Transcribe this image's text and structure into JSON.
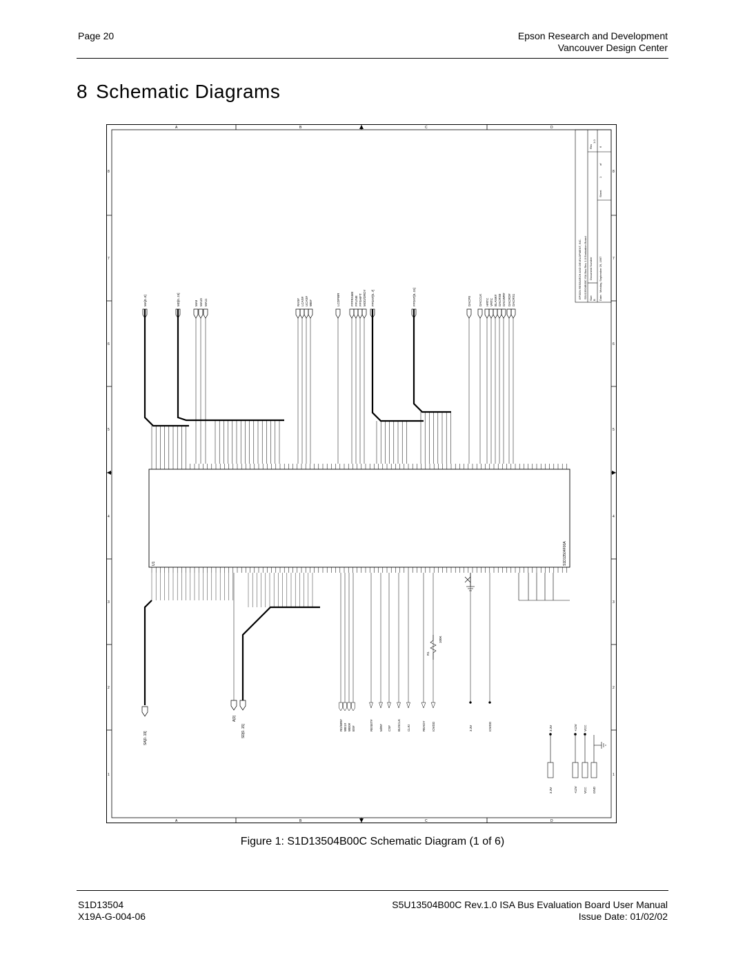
{
  "header": {
    "page": "Page 20",
    "company": "Epson Research and Development",
    "division": "Vancouver Design Center"
  },
  "section": {
    "number": "8",
    "title": "Schematic Diagrams"
  },
  "schematic": {
    "zone_letters": [
      "A",
      "B",
      "C",
      "D"
    ],
    "zone_numbers": [
      "1",
      "2",
      "3",
      "4",
      "5",
      "6",
      "7",
      "8"
    ],
    "chip_ref": "U1",
    "chip_part": "S1D13504F00A",
    "left_bus_labels": [
      "SA[0..19]",
      "SD[0..15]",
      "A[0]"
    ],
    "control_labels": [
      "RD/WR#",
      "WE1#",
      "WE0#",
      "BS#",
      "RESET#",
      "M/R#",
      "CS#",
      "BUSCLK",
      "CLKI",
      "READY",
      "IOVDD",
      "3.3V",
      "IOVDD"
    ],
    "resistor": {
      "ref": "R1",
      "value": "100K"
    },
    "power_labels": [
      "3.3V",
      "+12V",
      "VCC",
      "GND"
    ],
    "right_bus_labels": [
      "MA[0..8]",
      "MD[0..15]",
      "MA9",
      "MA10",
      "MA11",
      "RAS#",
      "LCAS#",
      "UCAS#",
      "WE#",
      "LCDPWR",
      "FPFRAME",
      "FPLINE",
      "FPSHIFT",
      "MOD/DRDY",
      "FPDAT[0..7]",
      "FPDAT[8..15]",
      "DACP0",
      "DACCLK",
      "HRTC",
      "VRTC",
      "BLANK#",
      "DACRS0",
      "DACWR#",
      "DACRD#",
      "DACRS1"
    ],
    "title_block": {
      "company": "EPSON RESEARCH AND DEVELOPMENT, INC.",
      "board": "S5U13504B00C ISA Bus Rev. 1.0 Evaluation Board",
      "size_label": "Size",
      "size": "B",
      "doc_label": "Document Number",
      "rev_label": "Rev",
      "rev": "1.0",
      "date_label": "Date:",
      "date": "Monday, September 29, 1997",
      "sheet_label": "Sheet",
      "sheet": "1",
      "of_label": "of",
      "total": "6"
    }
  },
  "caption": "Figure 1: S1D13504B00C Schematic Diagram (1 of 6)",
  "footer": {
    "product": "S1D13504",
    "doc_number": "X19A-G-004-06",
    "manual": "S5U13504B00C Rev.1.0 ISA Bus Evaluation Board User Manual",
    "issue_date": "Issue Date: 01/02/02"
  }
}
